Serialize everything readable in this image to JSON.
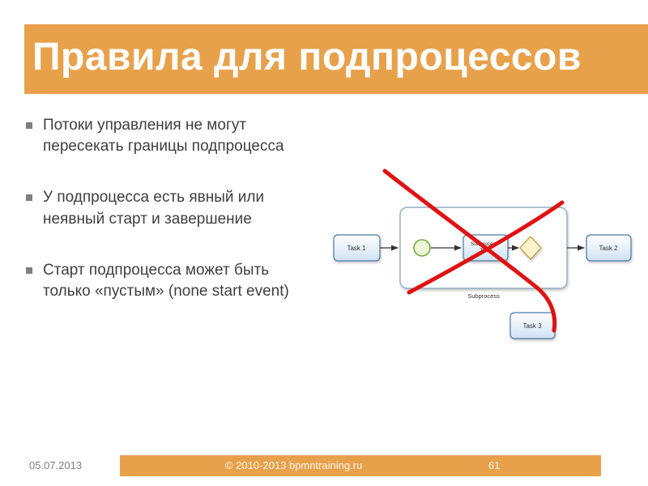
{
  "slide": {
    "title": "Правила для подпроцессов",
    "bullets": [
      "Потоки управления не могут пересекать границы подпроцесса",
      "У подпроцесса есть явный или неявный старт и завершение",
      "Старт подпроцесса может быть только «пустым» (none start event)"
    ]
  },
  "diagram": {
    "task1_label": "Task 1",
    "task2_label": "Task 2",
    "task3_label": "Task 3",
    "subprocess_task_line1": "Subprocess",
    "subprocess_task_line2": "Task",
    "subprocess_label": "Subprocess"
  },
  "footer": {
    "date": "05.07.2013",
    "copyright": "© 2010-2013 bpmntraining.ru",
    "page": "61"
  },
  "colors": {
    "accent_orange": "#E8A14B",
    "cross_red": "#E01212",
    "task_border_blue": "#4A7BA6",
    "task_fill_blue": "#CFE2F3",
    "gateway_border": "#C49A27",
    "gateway_fill": "#FDF3CF",
    "event_border_green": "#76A93C",
    "event_fill_green": "#ECF6D8",
    "body_text_gray": "#3F3F3F"
  }
}
